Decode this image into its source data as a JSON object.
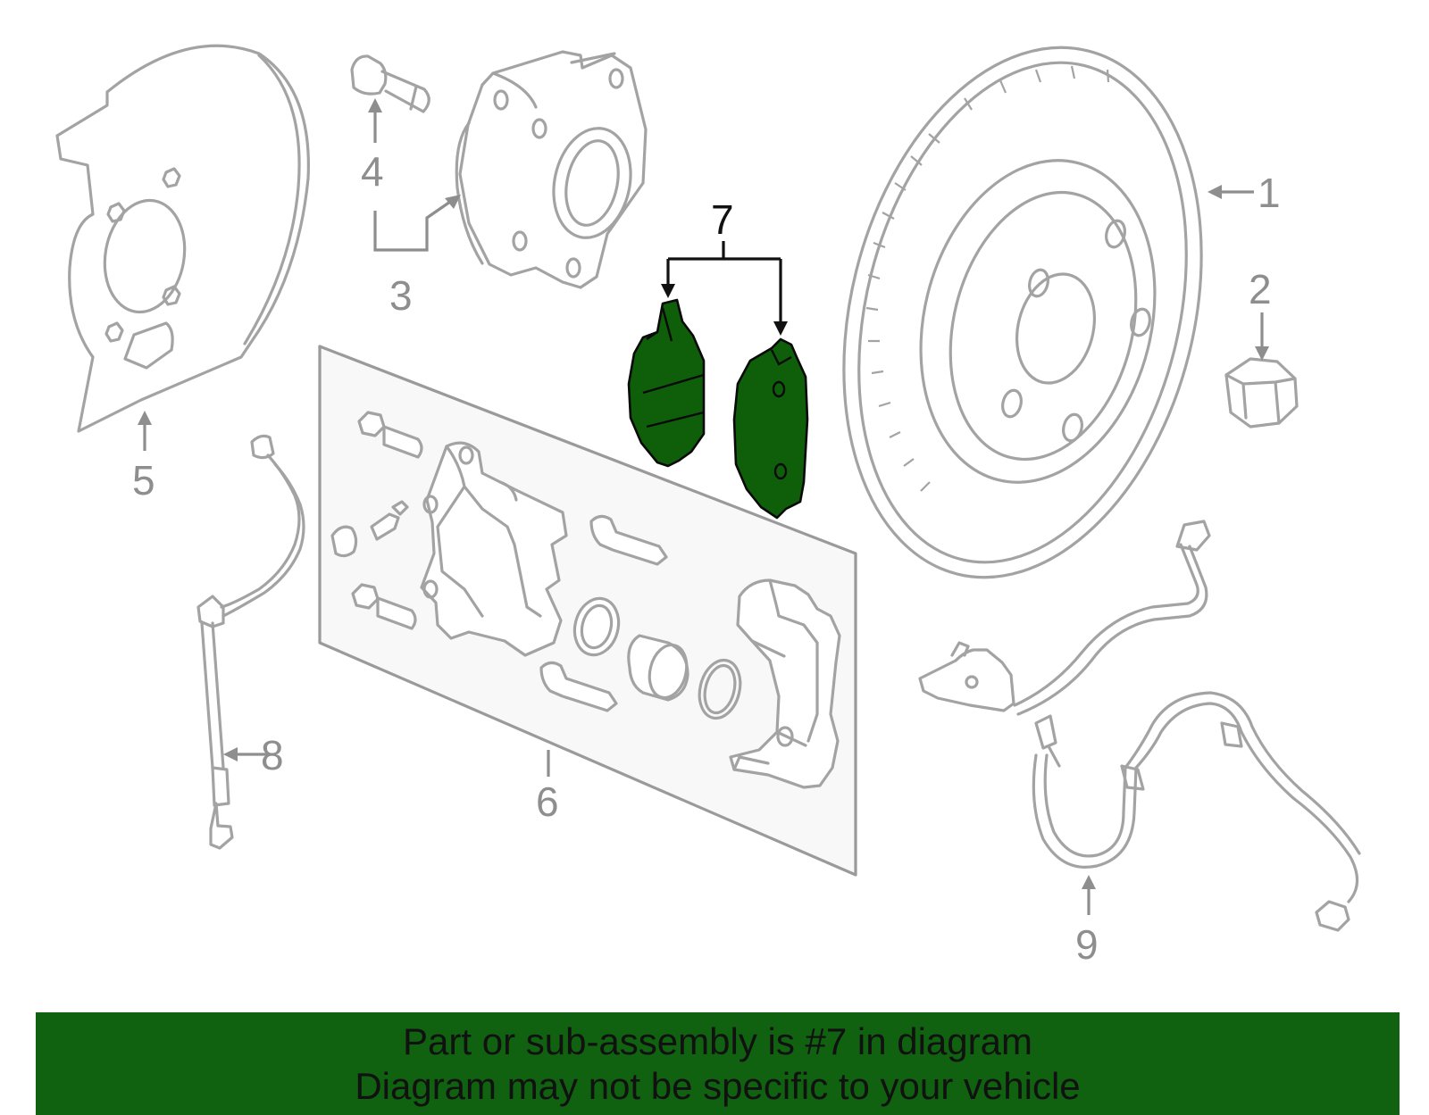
{
  "diagram": {
    "callouts": [
      {
        "id": "1",
        "label": "1"
      },
      {
        "id": "2",
        "label": "2"
      },
      {
        "id": "3",
        "label": "3"
      },
      {
        "id": "4",
        "label": "4"
      },
      {
        "id": "5",
        "label": "5"
      },
      {
        "id": "6",
        "label": "6"
      },
      {
        "id": "7",
        "label": "7"
      },
      {
        "id": "8",
        "label": "8"
      },
      {
        "id": "9",
        "label": "9"
      }
    ],
    "highlighted_part": "7",
    "colors": {
      "highlight": "#0f5e0a",
      "banner": "#106110",
      "part_stroke": "#a3a3a3",
      "text": "#111111"
    }
  },
  "banner": {
    "line1": "Part or sub-assembly is #7 in diagram",
    "line2": "Diagram may not be specific to your vehicle"
  }
}
